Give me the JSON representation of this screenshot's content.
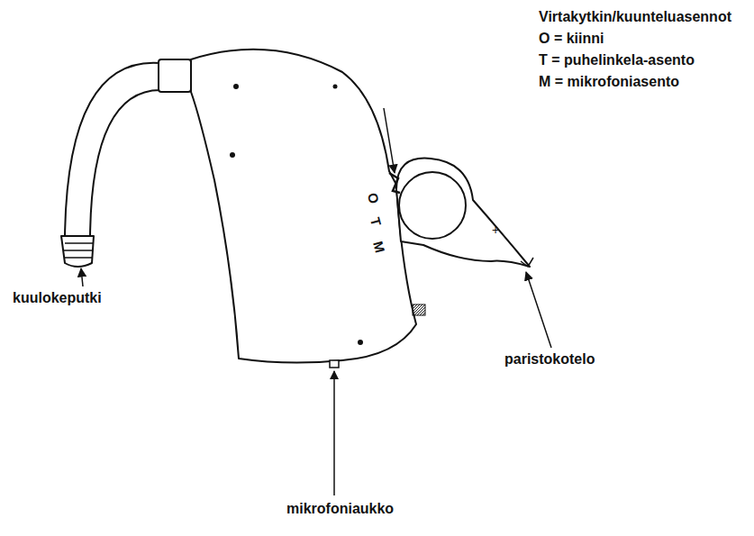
{
  "diagram": {
    "labels": [
      "Virtakytkin/kuunteluasennot",
      "O = kiinni",
      "T = puhelinkela-asento",
      "M = mikrofoniasento",
      "O",
      "T",
      "M",
      "kuulokeputki",
      "paristokotelo",
      "+",
      "mikrofoniaukko"
    ]
  }
}
